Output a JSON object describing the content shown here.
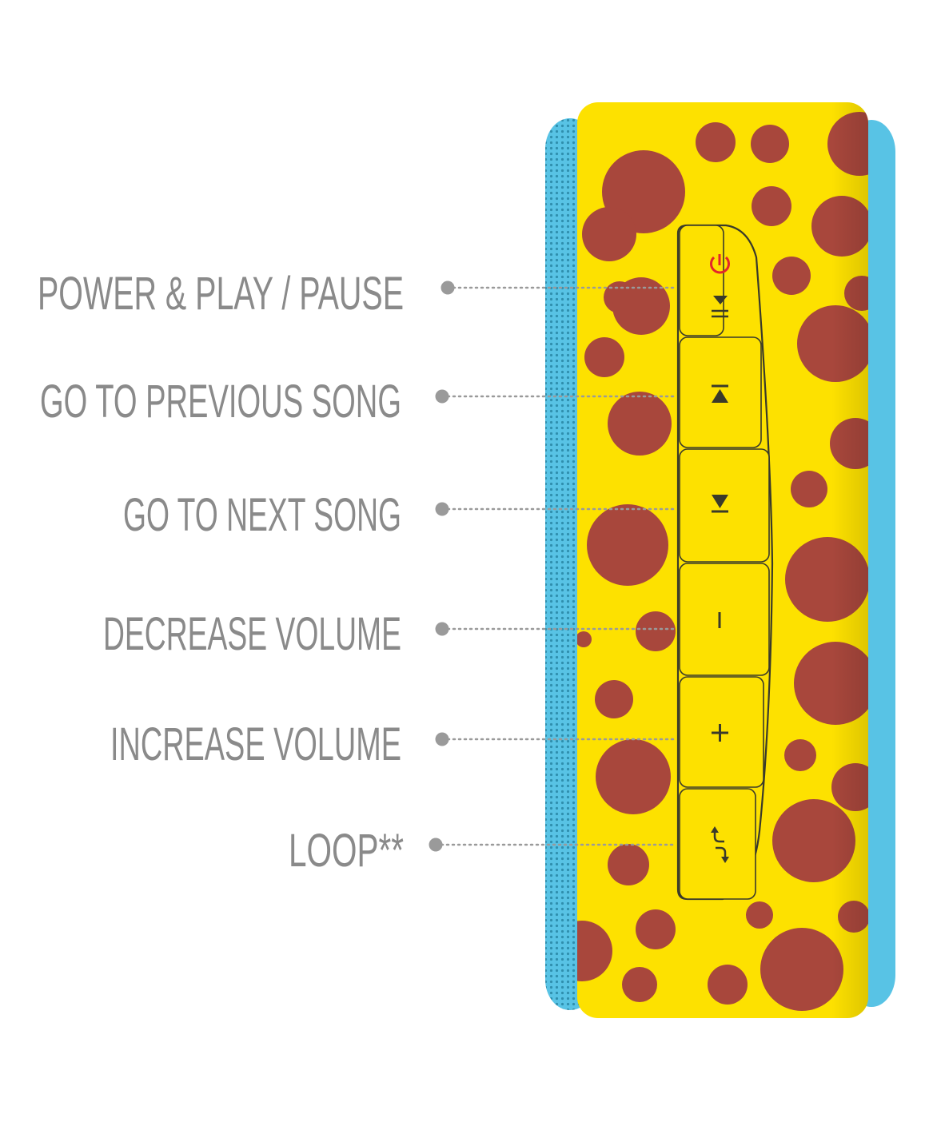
{
  "colors": {
    "label_text": "#8a8a8a",
    "leader_line": "#9a9a9a",
    "body_yellow": "#fde100",
    "dot_red": "#a8473c",
    "grille_blue": "#58c3e5",
    "button_outline": "#3a3a2a",
    "power_icon": "#e3262b"
  },
  "callouts": [
    {
      "label": "POWER & PLAY / PAUSE",
      "button_icon": "power-play-pause-icon"
    },
    {
      "label": "GO TO PREVIOUS SONG",
      "button_icon": "previous-song-icon"
    },
    {
      "label": "GO TO NEXT SONG",
      "button_icon": "next-song-icon"
    },
    {
      "label": "DECREASE VOLUME",
      "button_icon": "minus-icon"
    },
    {
      "label": "INCREASE VOLUME",
      "button_icon": "plus-icon"
    },
    {
      "label": "LOOP**",
      "button_icon": "loop-icon"
    }
  ]
}
